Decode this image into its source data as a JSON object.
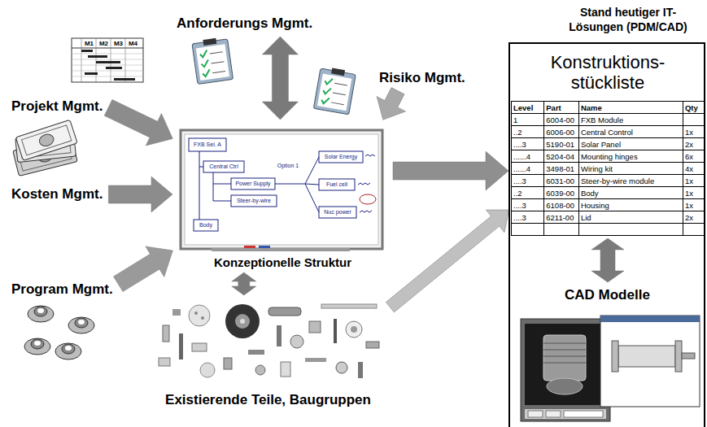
{
  "diagram": {
    "nodes": [
      {
        "text": [
          "Projekt Mgmt."
        ]
      },
      {
        "text": [
          "Kosten Mgmt."
        ]
      },
      {
        "text": [
          "Program Mgmt."
        ]
      },
      {
        "text": [
          "Anforderungs Mgmt."
        ]
      },
      {
        "text": [
          "Risiko Mgmt."
        ]
      },
      {
        "text": [
          "Konzeptionelle Struktur"
        ]
      },
      {
        "text": [
          "Existierende Teile, Baugruppen"
        ]
      },
      {
        "text": [
          "Stand heutiger IT-Lösungen (PDM/CAD)"
        ]
      },
      {
        "text": [
          "Konstruktions- stückliste"
        ],
        "in": 7
      },
      {
        "text": [
          "CAD Modelle"
        ],
        "in": 7
      }
    ],
    "edges": [
      {
        "from": 0,
        "to": 5,
        "arrow": "to"
      },
      {
        "from": 1,
        "to": 5,
        "arrow": "to"
      },
      {
        "from": 2,
        "to": 5,
        "arrow": "to"
      },
      {
        "from": 3,
        "to": 5,
        "arrow": "both"
      },
      {
        "from": 4,
        "to": 5,
        "arrow": "to"
      },
      {
        "from": 5,
        "to": 6,
        "arrow": "both"
      },
      {
        "from": 5,
        "to": 8,
        "arrow": "to"
      },
      {
        "from": 6,
        "to": 8,
        "arrow": "to"
      },
      {
        "from": 8,
        "to": 9,
        "arrow": "both"
      }
    ],
    "labels": [
      "M1",
      "M2",
      "M3",
      "M4",
      "FXB Sel. A",
      "Central Ctrl",
      "Power Supply",
      "Steer-by-wire",
      "Body",
      "Option 1",
      "Solar Energy",
      "Fuel cell",
      "Nuc power",
      "Level",
      "Part",
      "Name",
      "Qty",
      "1",
      "6004-00",
      "FXB Module",
      "..2",
      "6006-00",
      "Central Control",
      "1x",
      "....3",
      "5190-01",
      "Solar Panel",
      "2x",
      "......4",
      "5204-04",
      "Mounting hinges",
      "6x",
      "......4",
      "3498-01",
      "Wiring kit",
      "4x",
      "....3",
      "6031-00",
      "Steer-by-wire module",
      "1x",
      "..2",
      "6039-00",
      "Body",
      "1x",
      "....3",
      "6108-00",
      "Housing",
      "1x",
      "....3",
      "6211-00",
      "Lid",
      "2x"
    ]
  }
}
